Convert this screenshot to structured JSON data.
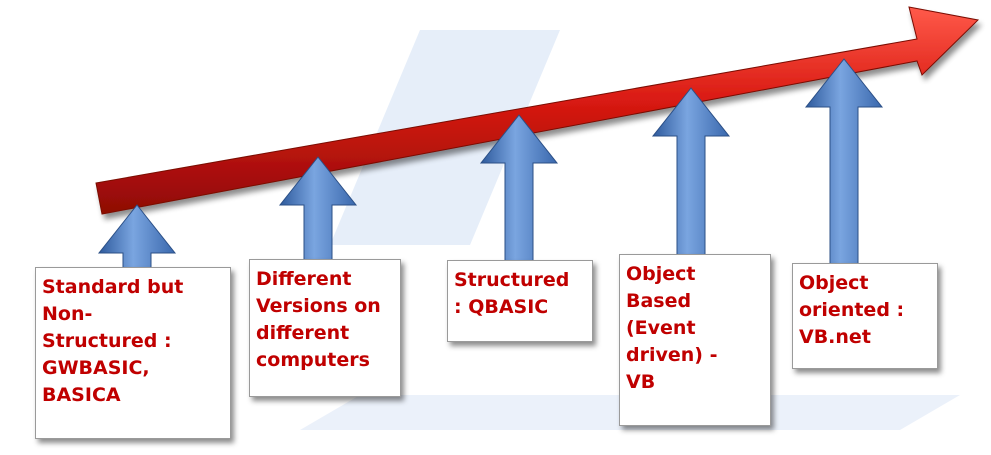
{
  "colors": {
    "arrow_red": "#d91a12",
    "arrow_blue": "#4f7fc4",
    "text_red": "#c00000",
    "card_border": "#9a9a9a",
    "watermark": "#e6eef9"
  },
  "stages": [
    {
      "label": "Standard but\nNon-\nStructured :\nGWBASIC,\nBASICA"
    },
    {
      "label": "Different\nVersions on\ndifferent\ncomputers"
    },
    {
      "label": "Structured\n: QBASIC"
    },
    {
      "label": "Object\nBased\n(Event\ndriven) -\nVB"
    },
    {
      "label": "Object\noriented :\nVB.net"
    }
  ]
}
